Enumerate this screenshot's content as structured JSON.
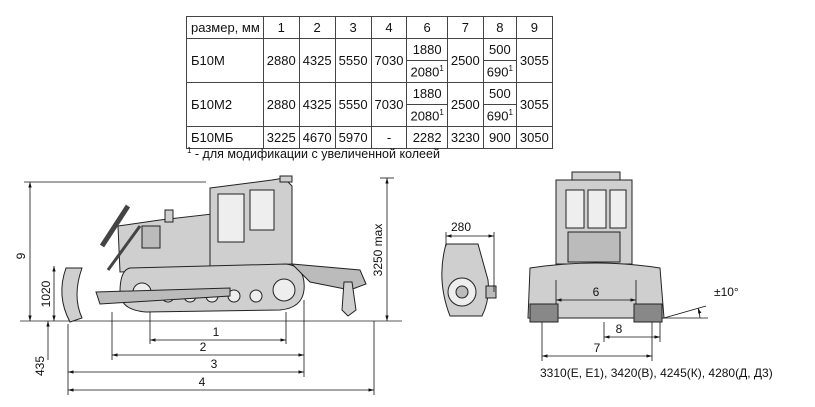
{
  "table": {
    "header": [
      "размер, мм",
      "1",
      "2",
      "3",
      "4",
      "6",
      "7",
      "8",
      "9"
    ],
    "rows": [
      {
        "name": "Б10М",
        "d1": "2880",
        "d2": "4325",
        "d3": "5550",
        "d4": "7030",
        "d6a": "1880",
        "d6b": "2080",
        "d7": "2500",
        "d8a": "500",
        "d8b": "690",
        "d9": "3055"
      },
      {
        "name": "Б10М2",
        "d1": "2880",
        "d2": "4325",
        "d3": "5550",
        "d4": "7030",
        "d6a": "1880",
        "d6b": "2080",
        "d7": "2500",
        "d8a": "500",
        "d8b": "690",
        "d9": "3055"
      },
      {
        "name": "Б10МБ",
        "d1": "3225",
        "d2": "4670",
        "d3": "5970",
        "d4": "-",
        "d6": "2282",
        "d7": "3230",
        "d8": "900",
        "d9": "3050"
      }
    ],
    "sup_mark": "1"
  },
  "footnote": {
    "mark": "1",
    "text": " - для модификации с увеличенной колеей"
  },
  "dims": {
    "d1": "1",
    "d2": "2",
    "d3": "3",
    "d4": "4",
    "d6": "6",
    "d7": "7",
    "d8": "8",
    "d9": "9",
    "d1020": "1020",
    "d435": "435",
    "d3250": "3250 max",
    "d280": "280",
    "angle": "±10°",
    "track_widths": "3310(Е, Е1), 3420(В), 4245(К), 4280(Д, Д3)"
  }
}
